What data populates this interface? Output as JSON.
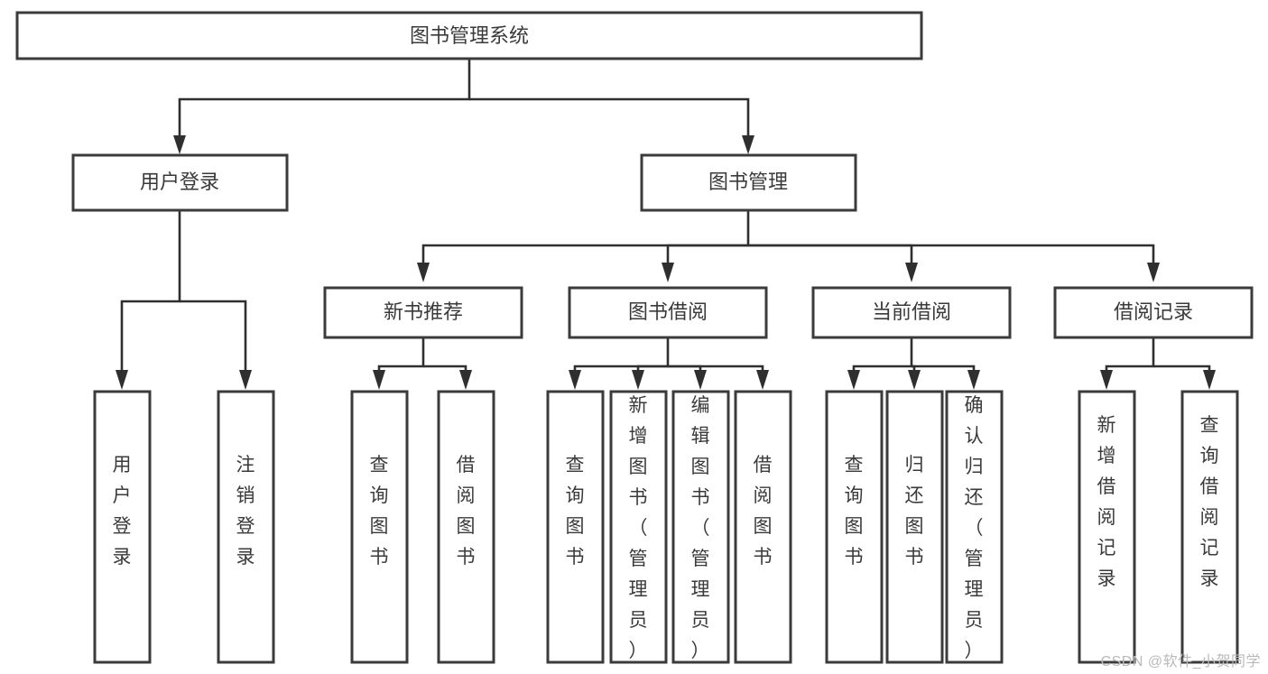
{
  "diagram": {
    "title": "图书管理系统",
    "type": "tree",
    "stroke_color": "#3b3b3b",
    "text_color": "#3a3a3a",
    "background_color": "#ffffff",
    "root": {
      "id": "root",
      "label": "图书管理系统"
    },
    "level2": [
      {
        "id": "login",
        "label": "用户登录"
      },
      {
        "id": "bookmgmt",
        "label": "图书管理"
      }
    ],
    "level3": [
      {
        "id": "newbook",
        "label": "新书推荐",
        "parent": "bookmgmt"
      },
      {
        "id": "borrow",
        "label": "图书借阅",
        "parent": "bookmgmt"
      },
      {
        "id": "current",
        "label": "当前借阅",
        "parent": "bookmgmt"
      },
      {
        "id": "record",
        "label": "借阅记录",
        "parent": "bookmgmt"
      }
    ],
    "leaves": [
      {
        "id": "leaf-user-login",
        "label": "用户登录",
        "parent": "login"
      },
      {
        "id": "leaf-user-logout",
        "label": "注销登录",
        "parent": "login"
      },
      {
        "id": "leaf-new-query",
        "label": "查询图书",
        "parent": "newbook"
      },
      {
        "id": "leaf-new-borrow",
        "label": "借阅图书",
        "parent": "newbook"
      },
      {
        "id": "leaf-bor-query",
        "label": "查询图书",
        "parent": "borrow"
      },
      {
        "id": "leaf-bor-add",
        "label": "新增图书（管理员）",
        "parent": "borrow"
      },
      {
        "id": "leaf-bor-edit",
        "label": "编辑图书（管理员）",
        "parent": "borrow"
      },
      {
        "id": "leaf-bor-lend",
        "label": "借阅图书",
        "parent": "borrow"
      },
      {
        "id": "leaf-cur-query",
        "label": "查询图书",
        "parent": "current"
      },
      {
        "id": "leaf-cur-return",
        "label": "归还图书",
        "parent": "current"
      },
      {
        "id": "leaf-cur-confirm",
        "label": "确认归还（管理员）",
        "parent": "current"
      },
      {
        "id": "leaf-rec-add",
        "label": "新增借阅记录",
        "parent": "record"
      },
      {
        "id": "leaf-rec-query",
        "label": "查询借阅记录",
        "parent": "record"
      }
    ]
  },
  "watermark": {
    "text": "CSDN @软件_小贺同学"
  }
}
